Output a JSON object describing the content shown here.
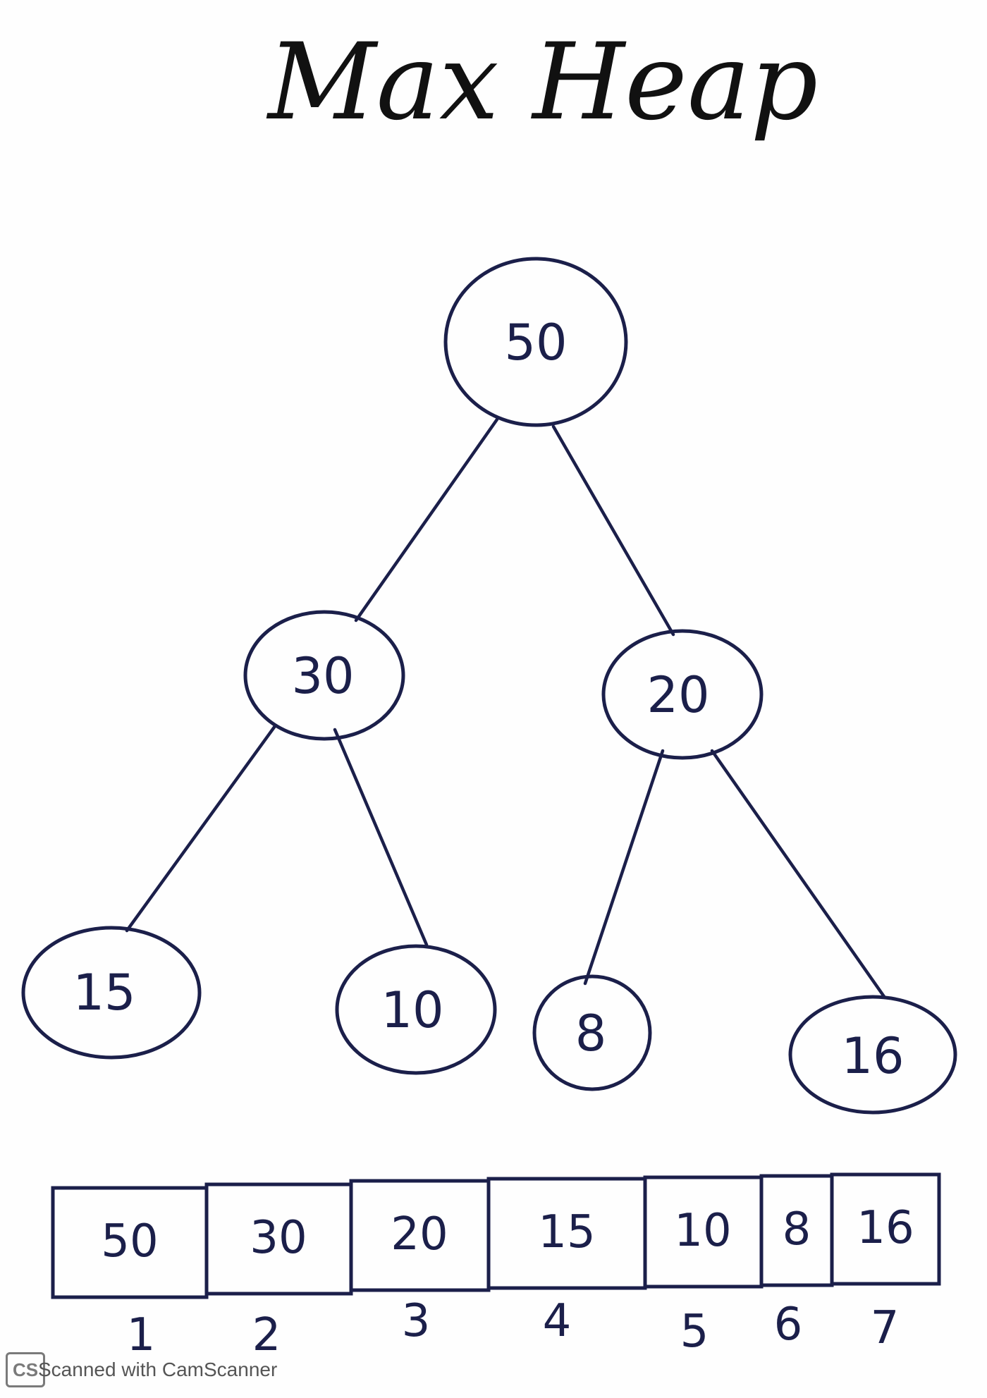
{
  "title": "Max Heap",
  "tree": {
    "nodes": [
      {
        "id": "n1",
        "value": "50"
      },
      {
        "id": "n2",
        "value": "30"
      },
      {
        "id": "n3",
        "value": "20"
      },
      {
        "id": "n4",
        "value": "15"
      },
      {
        "id": "n5",
        "value": "10"
      },
      {
        "id": "n6",
        "value": "8"
      },
      {
        "id": "n7",
        "value": "16"
      }
    ],
    "edges": [
      {
        "from": "n1",
        "to": "n2"
      },
      {
        "from": "n1",
        "to": "n3"
      },
      {
        "from": "n2",
        "to": "n4"
      },
      {
        "from": "n2",
        "to": "n5"
      },
      {
        "from": "n3",
        "to": "n6"
      },
      {
        "from": "n3",
        "to": "n7"
      }
    ]
  },
  "array": {
    "values": [
      "50",
      "30",
      "20",
      "15",
      "10",
      "8",
      "16"
    ],
    "indices": [
      "1",
      "2",
      "3",
      "4",
      "5",
      "6",
      "7"
    ]
  },
  "watermark": {
    "logo": "CS",
    "text": "Scanned with CamScanner"
  },
  "colors": {
    "ink": "#1b1f4a",
    "title_ink": "#111111"
  }
}
